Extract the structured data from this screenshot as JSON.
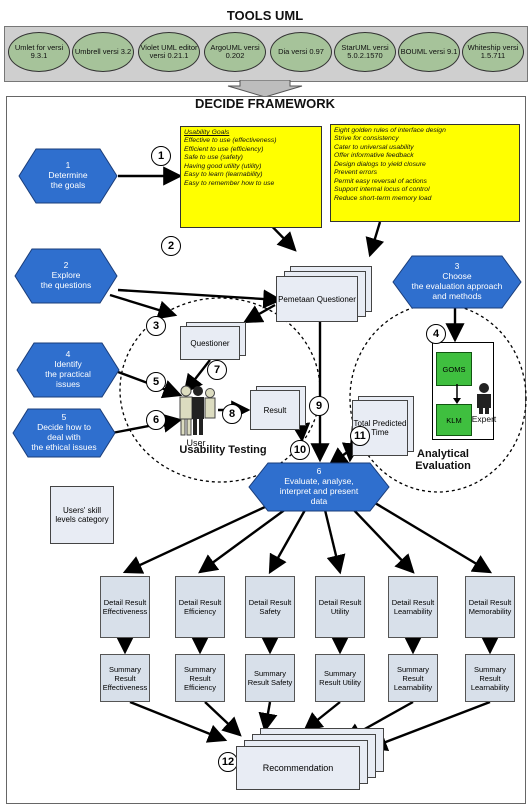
{
  "tools": {
    "title": "TOOLS UML",
    "items": [
      "Umlet for versi 9.3.1",
      "Umbrell versi 3.2",
      "Violet UML editor versi 0.21.1",
      "ArgoUML versi 0.202",
      "Dia versi 0.97",
      "StarUML versi 5.0.2.1570",
      "BOUML versi 9.1",
      "Whiteship versi 1.5.711"
    ]
  },
  "framework": {
    "title": "DECIDE FRAMEWORK",
    "steps": {
      "s1": [
        "1",
        "Determine",
        "the goals"
      ],
      "s2": [
        "2",
        "Explore",
        "the questions"
      ],
      "s3": [
        "3",
        "Choose",
        "the evaluation approach",
        "and methods"
      ],
      "s4": [
        "4",
        "Identify",
        "the practical",
        "issues"
      ],
      "s5": [
        "5",
        "Decide how to",
        "deal with",
        "the ethical issues"
      ],
      "s6": [
        "6",
        "Evaluate, analyse,",
        "interpret and present",
        "data"
      ]
    },
    "usability_goals": {
      "title": "Usability Goals",
      "items": [
        "Effective to use (effectiveness)",
        "Efficient to use (efficiency)",
        "Safe to use (safety)",
        "Having good utility (utility)",
        "Easy to learn (learnability)",
        "Easy to remember how to use"
      ]
    },
    "golden_rules": {
      "title": "Eight golden rules of interface design",
      "items": [
        "Strive for consistency",
        "Cater to universal usability",
        "Offer informative feedback",
        "Design dialogs to yield closure",
        "Prevent errors",
        "Permit easy reversal of actions",
        "Support internal locus of control",
        "Reduce short-term memory load"
      ]
    },
    "docs": {
      "pemetaan": "Pemetaan Questioner",
      "questioner": "Questioner",
      "result": "Result",
      "total_time": "Total Predicted Time",
      "skill": "Users' skill levels category",
      "recommendation": "Recommendation"
    },
    "labels": {
      "user": "User",
      "expert": "Expert",
      "goms": "GOMS",
      "klm": "KLM",
      "usability_testing": "Usability Testing",
      "analytical_evaluation": "Analytical Evaluation"
    },
    "numbers": [
      "1",
      "2",
      "3",
      "4",
      "5",
      "6",
      "7",
      "8",
      "9",
      "10",
      "11",
      "12"
    ],
    "details": [
      "Detail Result Effectiveness",
      "Detail Result Efficiency",
      "Detail Result Safety",
      "Detail Result Utility",
      "Detail Result Learnability",
      "Detail Result Memorability"
    ],
    "summaries": [
      "Summary Result Effectiveness",
      "Summary Result Efficiency",
      "Summary Result Safety",
      "Summary Result Utility",
      "Summary Result Learnability",
      "Summary Result Learnability"
    ]
  },
  "colors": {
    "hex": "#2f6fce",
    "yellow": "#ffff00",
    "green": "#3fbf3f",
    "tool": "#a6c39a"
  }
}
